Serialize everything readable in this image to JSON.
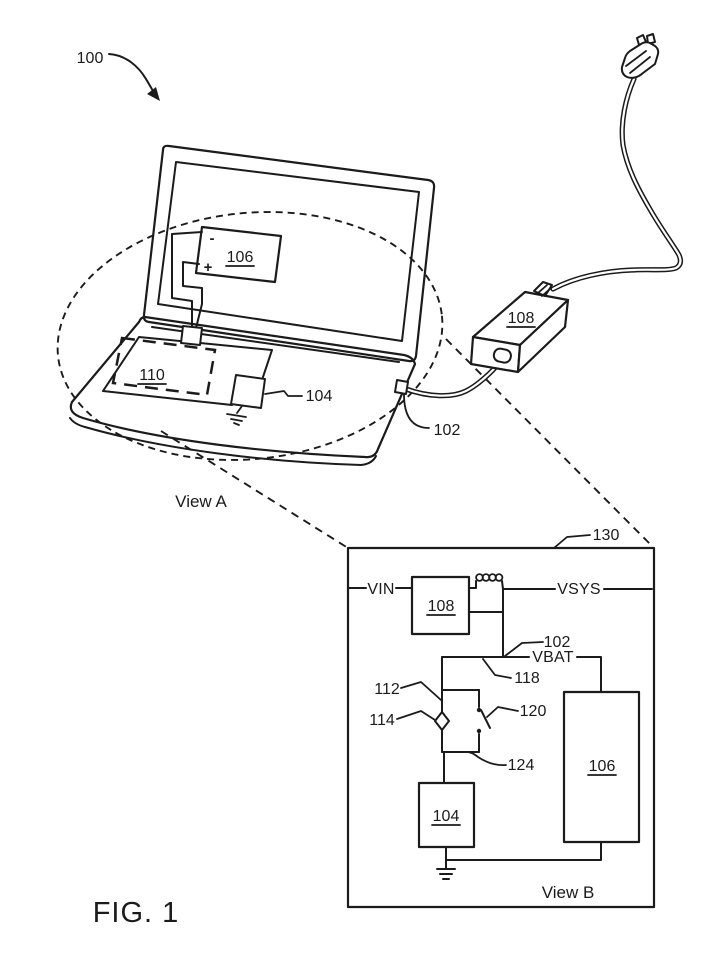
{
  "figure": {
    "label": "FIG. 1"
  },
  "view_a": {
    "caption": "View A",
    "ref_system": "100",
    "ref_cable": "102",
    "ref_connector": "104",
    "ref_battery": "106",
    "ref_adapter": "108",
    "ref_region": "110",
    "battery_minus": "-",
    "battery_plus": "+"
  },
  "view_b": {
    "caption": "View B",
    "ref_box": "130",
    "ref_cable": "102",
    "ref_112": "112",
    "ref_114": "114",
    "ref_118": "118",
    "ref_120": "120",
    "ref_124": "124",
    "box_adapter": "108",
    "box_connector": "104",
    "box_battery": "106",
    "net_vin": "VIN",
    "net_vsys": "VSYS",
    "net_vbat": "VBAT"
  },
  "colors": {
    "ink": "#1b1b1b",
    "background": "#ffffff"
  }
}
